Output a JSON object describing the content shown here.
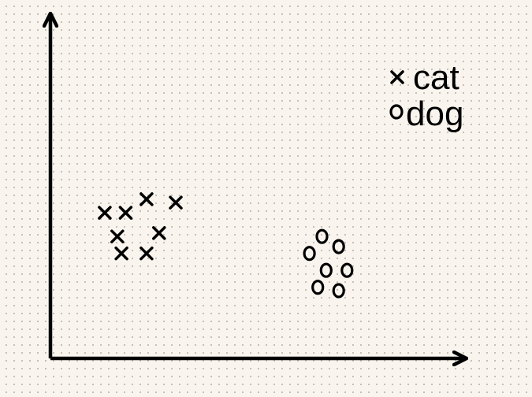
{
  "chart_data": {
    "type": "scatter",
    "title": "",
    "xlabel": "",
    "ylabel": "",
    "grid": false,
    "ticks": false,
    "legend_position": "top-right",
    "xlim": [
      0,
      100
    ],
    "ylim": [
      0,
      100
    ],
    "series": [
      {
        "name": "cat",
        "marker": "x",
        "color": "#000000",
        "points": [
          {
            "x": 13,
            "y": 43
          },
          {
            "x": 18,
            "y": 43
          },
          {
            "x": 23,
            "y": 47
          },
          {
            "x": 30,
            "y": 46
          },
          {
            "x": 16,
            "y": 36
          },
          {
            "x": 26,
            "y": 37
          },
          {
            "x": 17,
            "y": 31
          },
          {
            "x": 23,
            "y": 31
          }
        ]
      },
      {
        "name": "dog",
        "marker": "o",
        "color": "#000000",
        "points": [
          {
            "x": 65,
            "y": 36
          },
          {
            "x": 69,
            "y": 33
          },
          {
            "x": 62,
            "y": 31
          },
          {
            "x": 66,
            "y": 26
          },
          {
            "x": 71,
            "y": 26
          },
          {
            "x": 64,
            "y": 21
          },
          {
            "x": 69,
            "y": 20
          }
        ]
      }
    ]
  }
}
